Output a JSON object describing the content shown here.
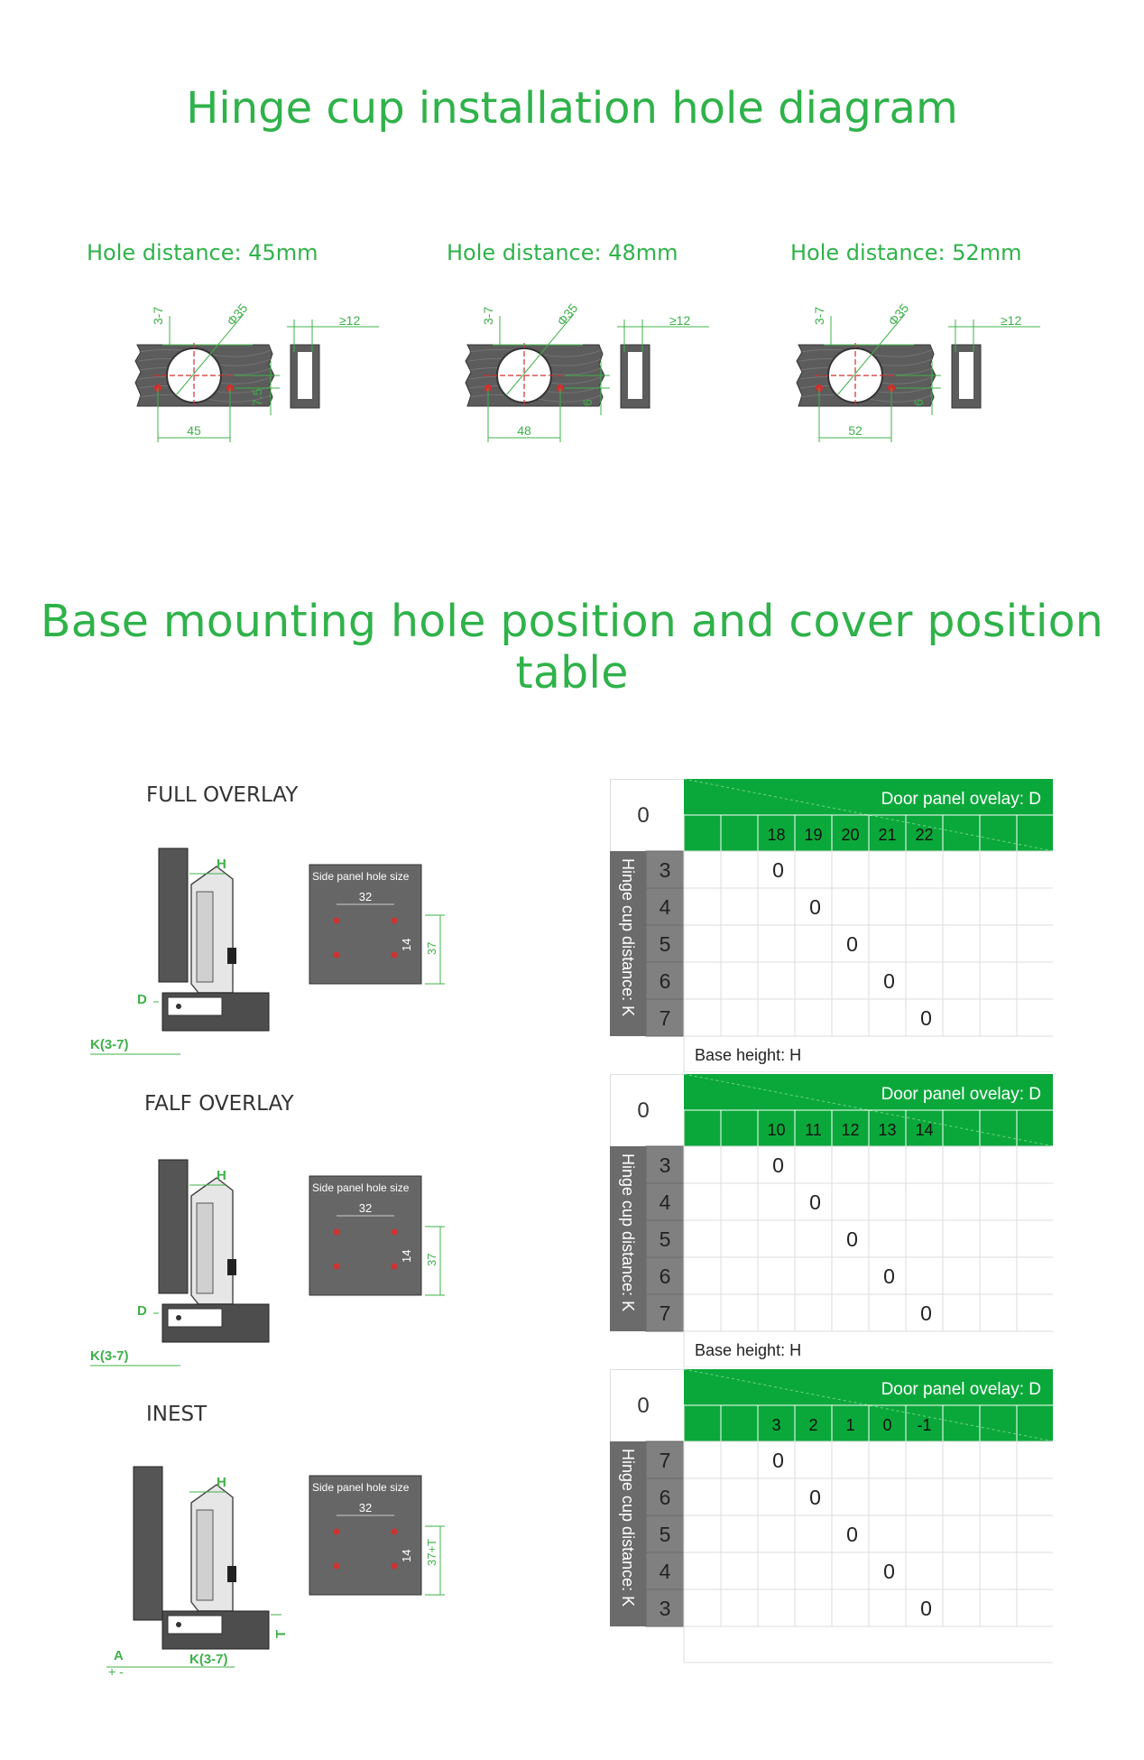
{
  "section1": {
    "title": "Hinge cup installation hole diagram",
    "diagrams": [
      {
        "caption": "Hole distance: 45mm",
        "dim_depth": "3-7",
        "dim_dia": "Φ35",
        "dim_side": "≥12",
        "dim_width": "45",
        "dim_height": "7.5"
      },
      {
        "caption": "Hole distance: 48mm",
        "dim_depth": "3-7",
        "dim_dia": "Φ35",
        "dim_side": "≥12",
        "dim_width": "48",
        "dim_height": "6"
      },
      {
        "caption": "Hole distance: 52mm",
        "dim_depth": "3-7",
        "dim_dia": "Φ35",
        "dim_side": "≥12",
        "dim_width": "52",
        "dim_height": "6"
      }
    ]
  },
  "section2": {
    "title": "Base mounting hole position and cover position table",
    "modes": [
      {
        "label": "FULL OVERLAY",
        "h": "H",
        "d": "D",
        "k": "K(3-7)",
        "panel": "Side panel hole size",
        "dim32": "32",
        "dim14": "14",
        "dim37": "37"
      },
      {
        "label": "FALF OVERLAY",
        "h": "H",
        "d": "D",
        "k": "K(3-7)",
        "panel": "Side panel hole size",
        "dim32": "32",
        "dim14": "14",
        "dim37": "37"
      },
      {
        "label": "INEST",
        "h": "H",
        "a": "A",
        "pm": "+ -",
        "k": "K(3-7)",
        "t": "T",
        "panel": "Side panel hole size",
        "dim32": "32",
        "dim14": "14",
        "dim37": "37+T"
      }
    ],
    "tables": [
      {
        "corner": "0",
        "header": "Door panel ovelay: D",
        "cols": [
          "18",
          "19",
          "20",
          "21",
          "22"
        ],
        "side": "Hinge cup distance: K",
        "rows": [
          "3",
          "4",
          "5",
          "6",
          "7"
        ],
        "zeros": [
          3,
          4,
          5,
          6,
          7
        ],
        "zero": "0",
        "footer": "Base height: H"
      },
      {
        "corner": "0",
        "header": "Door panel ovelay: D",
        "cols": [
          "10",
          "11",
          "12",
          "13",
          "14"
        ],
        "side": "Hinge cup distance: K",
        "rows": [
          "3",
          "4",
          "5",
          "6",
          "7"
        ],
        "zeros": [
          3,
          4,
          5,
          6,
          7
        ],
        "zero": "0",
        "footer": "Base height: H"
      },
      {
        "corner": "0",
        "header": "Door panel ovelay: D",
        "cols": [
          "3",
          "2",
          "1",
          "0",
          "-1"
        ],
        "side": "Hinge cup distance: K",
        "rows": [
          "7",
          "6",
          "5",
          "4",
          "3"
        ],
        "zeros": [
          3,
          4,
          5,
          6,
          7
        ],
        "zero": "0",
        "footer": ""
      }
    ]
  },
  "colors": {
    "green": "#2fb24a",
    "table_green": "#0aa83a",
    "grey": "#6b6b6b",
    "wood": "#5c5c5c",
    "red": "#d42d2d",
    "dim_green": "#3fb04a"
  }
}
